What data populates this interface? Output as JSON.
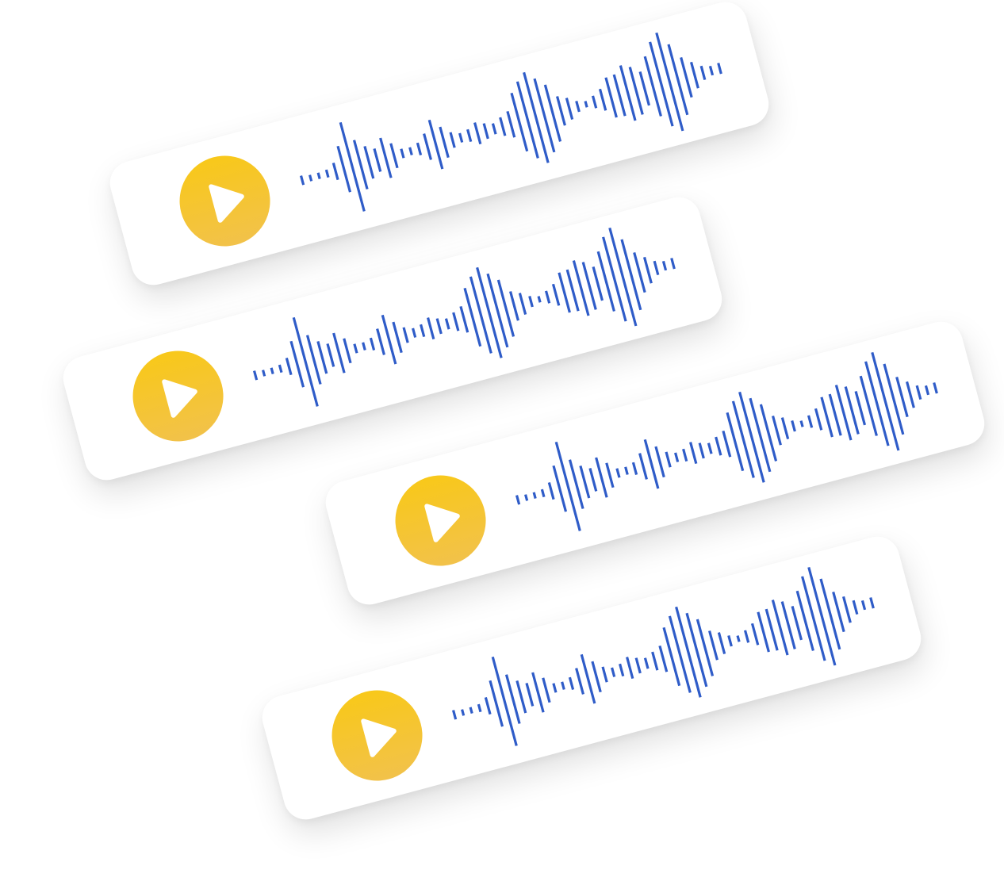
{
  "colors": {
    "card": "#ffffff",
    "play_button_top": "#f8c81a",
    "play_button_bottom": "#f2c24a",
    "play_icon": "#ffffff",
    "waveform": "#2f5cc8"
  },
  "icons": {
    "play": "play-icon"
  },
  "audio_messages": [
    {
      "label": "audio-message-1"
    },
    {
      "label": "audio-message-2"
    },
    {
      "label": "audio-message-3"
    },
    {
      "label": "audio-message-4"
    }
  ]
}
